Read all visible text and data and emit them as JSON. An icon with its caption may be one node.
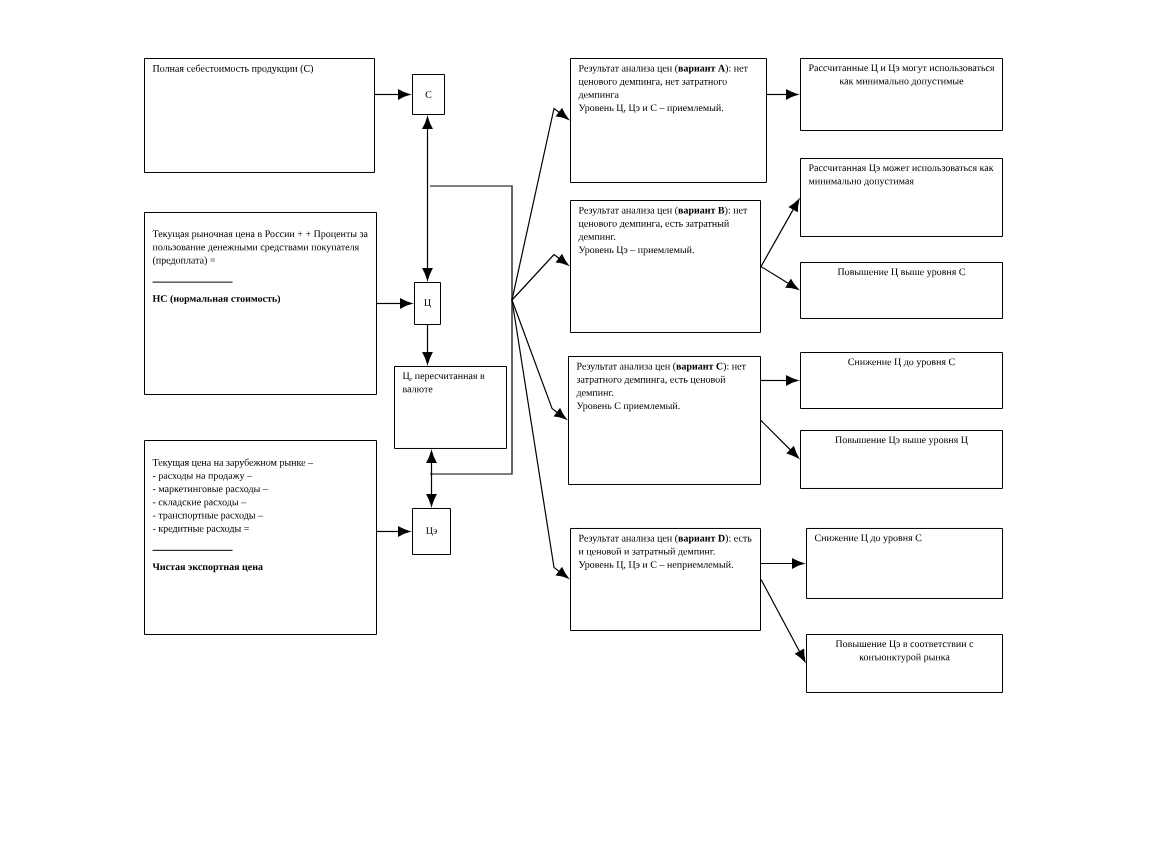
{
  "diagram": {
    "nodes": [
      {
        "text": [
          "Полная себестоимость продукции (С)"
        ]
      },
      {
        "text": [
          "Текущая рыночная цена в России + + Проценты за пользование денежными средствами покупателя (предоплата) =",
          "НС (нормальная стоимость)"
        ]
      },
      {
        "text": [
          "Текущая цена на зарубежном рынке –",
          "- расходы на продажу –",
          "- маркетинговые расходы –",
          "- складские расходы –",
          "- транспортные расходы –",
          "- кредитные расходы =",
          "Чистая экспортная цена"
        ]
      },
      {
        "text": [
          "С"
        ]
      },
      {
        "text": [
          "Ц"
        ]
      },
      {
        "text": [
          "Ц, пересчитанная в валюте"
        ]
      },
      {
        "text": [
          "Цэ"
        ]
      },
      {
        "text": [
          "Результат анализа цен (**вариант А**): нет ценового демпинга, нет затратного демпинга",
          "Уровень Ц, Цэ и С – приемлемый."
        ]
      },
      {
        "text": [
          "Результат анализа цен (**вариант В**): нет ценового демпинга, есть затратный демпинг.",
          "Уровень Цэ – приемлемый."
        ]
      },
      {
        "text": [
          "Результат анализа цен (**вариант С**): нет затратного демпинга, есть ценовой демпинг.",
          "Уровень С приемлемый."
        ]
      },
      {
        "text": [
          "Результат анализа цен (**вариант D**): есть и ценовой и затратный демпинг. Уровень Ц, Цэ и С – неприемлемый."
        ]
      },
      {
        "text": [
          "Рассчитанные Ц и Цэ могут использоваться как минимально допустимые"
        ]
      },
      {
        "text": [
          "Рассчитанная Цэ может использоваться как минимально допустимая"
        ]
      },
      {
        "text": [
          "Повышение Ц выше уровня С"
        ]
      },
      {
        "text": [
          "Снижение Ц до уровня С"
        ]
      },
      {
        "text": [
          "Повышение Цэ выше уровня Ц"
        ]
      },
      {
        "text": [
          "Снижение Ц до уровня С"
        ]
      },
      {
        "text": [
          "Повышение Цэ в соответствии с конъюнктурой рынка"
        ]
      }
    ],
    "edges": [
      {
        "from": 0,
        "to": 3,
        "arrow": "to"
      },
      {
        "from": 1,
        "to": 4,
        "arrow": "to"
      },
      {
        "from": 2,
        "to": 6,
        "arrow": "to"
      },
      {
        "from": 3,
        "to": 4,
        "arrow": "both"
      },
      {
        "from": 4,
        "to": 5,
        "arrow": "to"
      },
      {
        "from": 5,
        "to": 6,
        "arrow": "both"
      },
      {
        "from": null,
        "to": 7,
        "arrow": "to"
      },
      {
        "from": null,
        "to": 8,
        "arrow": "to"
      },
      {
        "from": null,
        "to": 9,
        "arrow": "to"
      },
      {
        "from": null,
        "to": 10,
        "arrow": "to"
      },
      {
        "from": 7,
        "to": 11,
        "arrow": "to"
      },
      {
        "from": 8,
        "to": 12,
        "arrow": "to"
      },
      {
        "from": 8,
        "to": 13,
        "arrow": "to"
      },
      {
        "from": 9,
        "to": 14,
        "arrow": "to"
      },
      {
        "from": 9,
        "to": 15,
        "arrow": "to"
      },
      {
        "from": 10,
        "to": 16,
        "arrow": "to"
      },
      {
        "from": 10,
        "to": 17,
        "arrow": "to"
      }
    ]
  }
}
